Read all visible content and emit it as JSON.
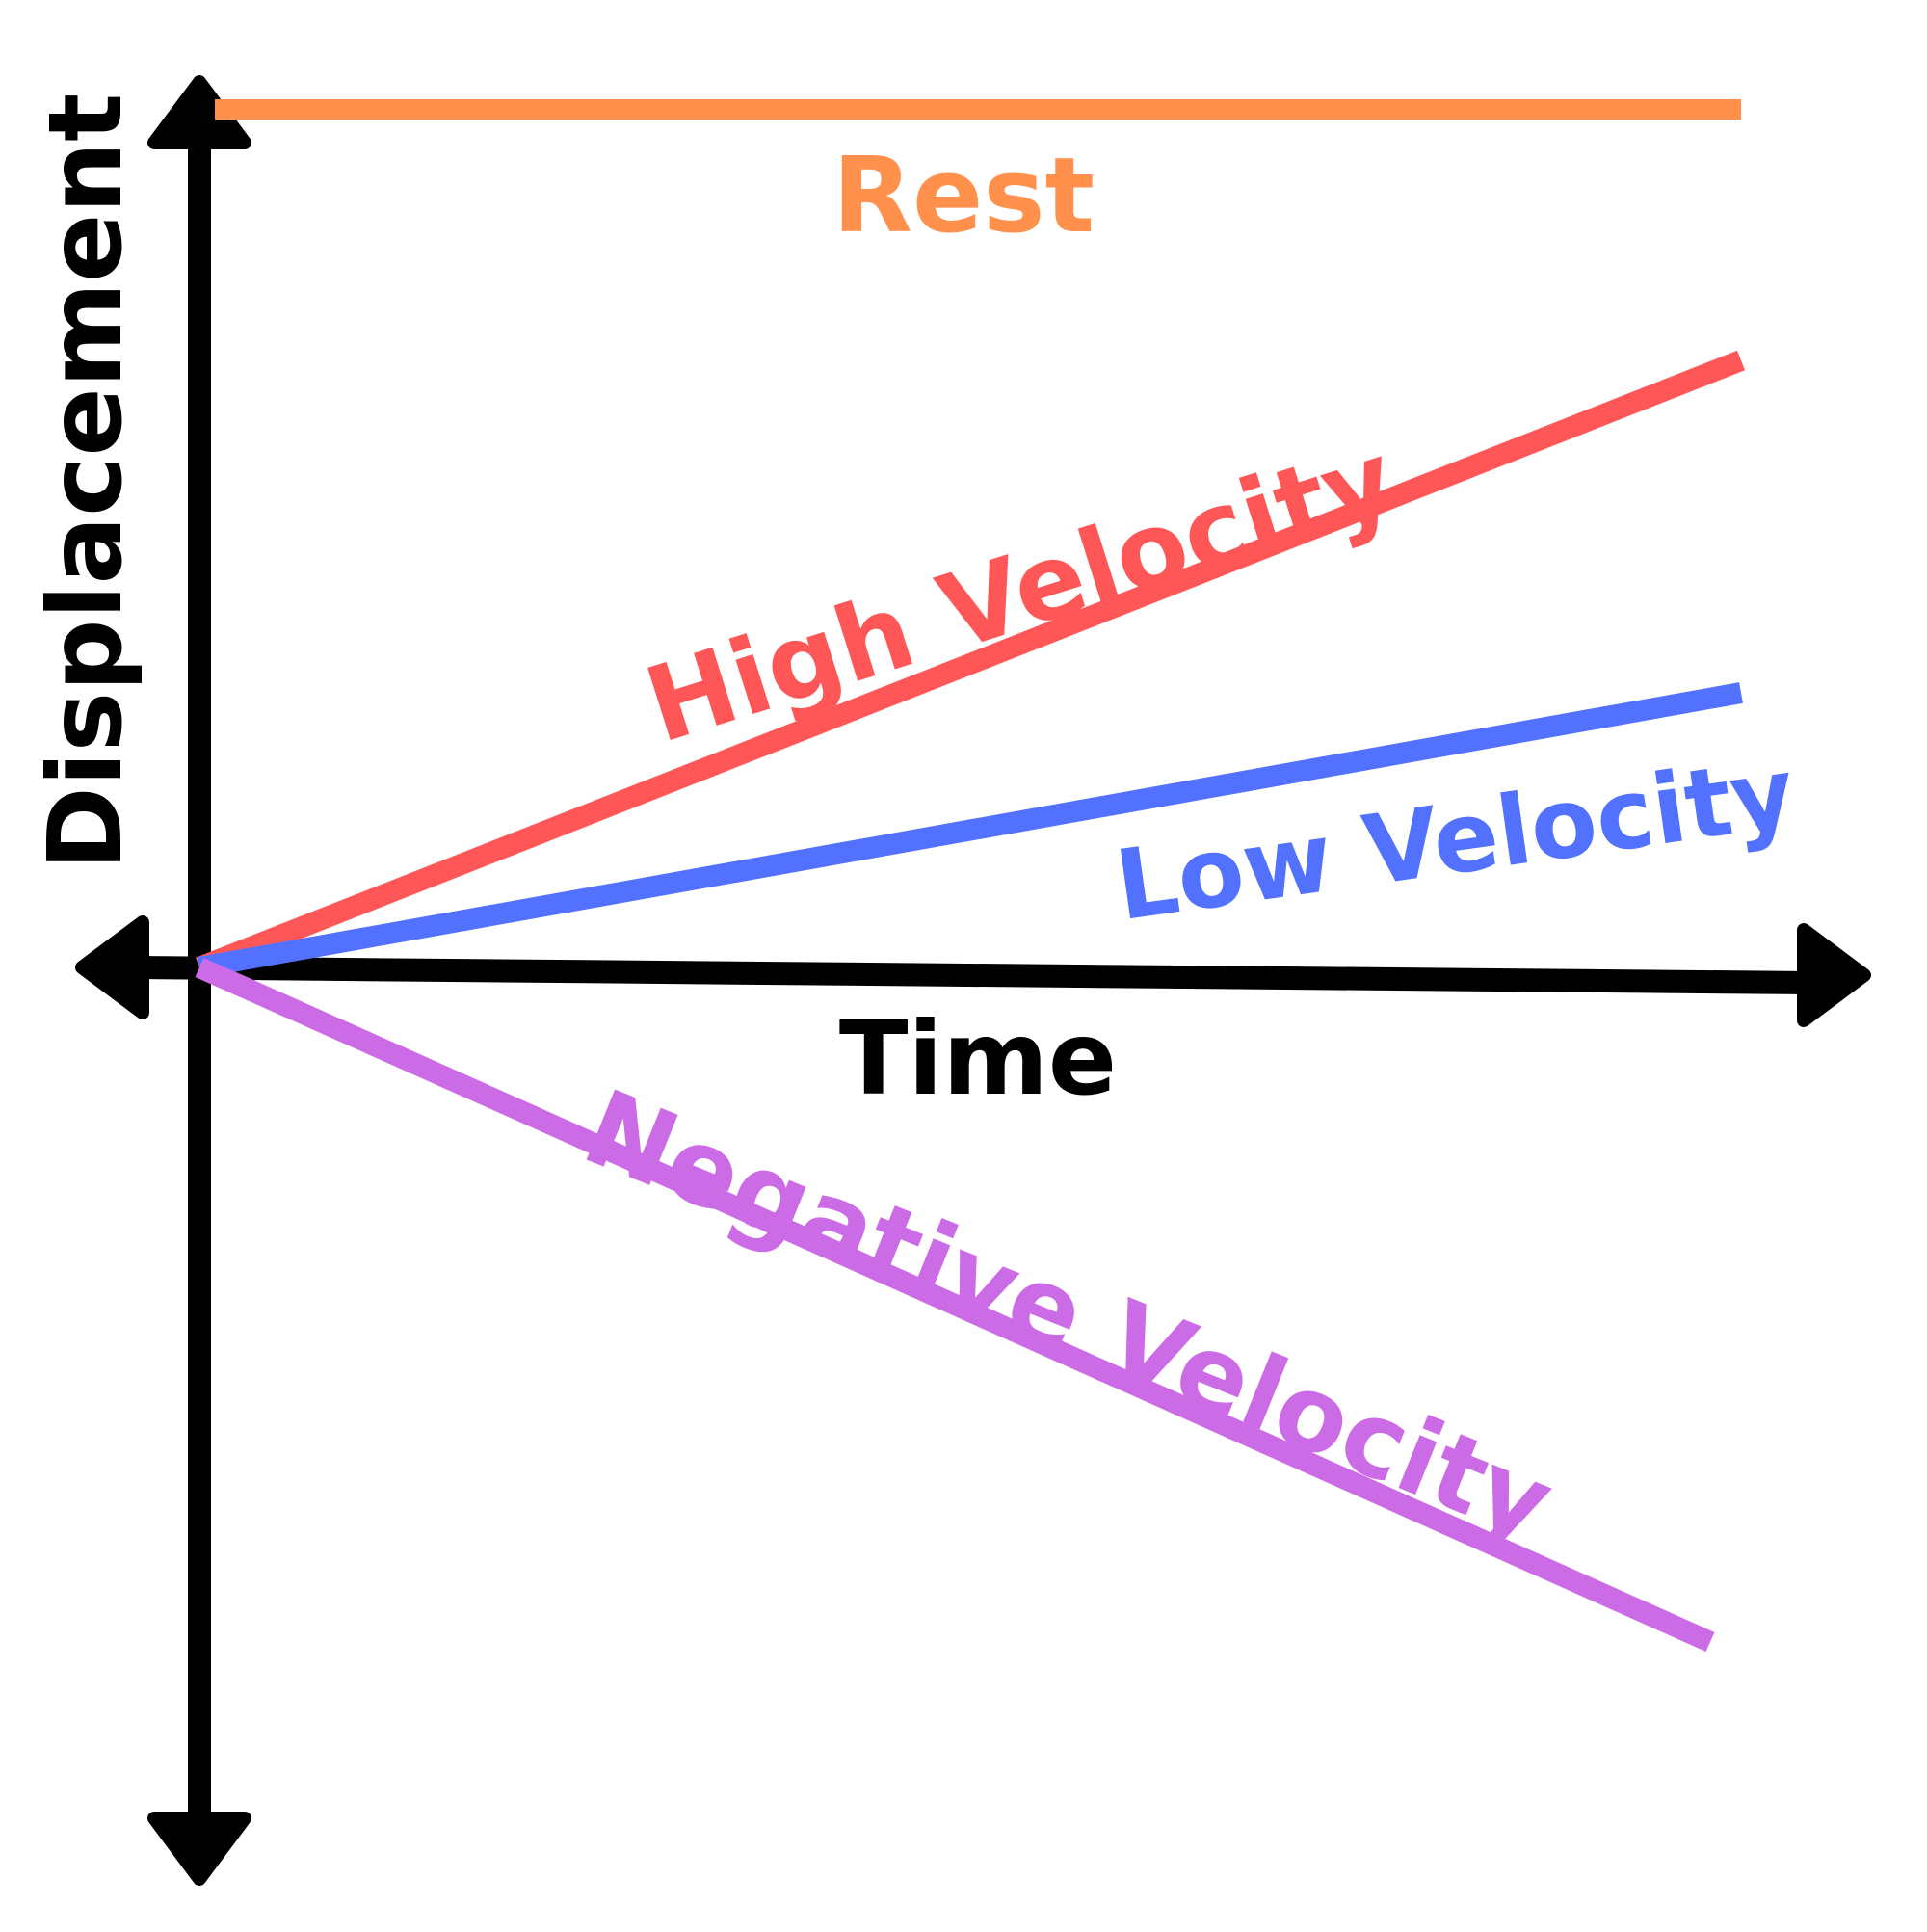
{
  "chart_data": {
    "type": "line",
    "xlabel": "Time",
    "ylabel": "Displacement",
    "colors": {
      "axis": "#000000",
      "rest": "#FF914D",
      "high": "#FF5757",
      "low": "#5271FF",
      "negative": "#CB6CE6"
    },
    "series": [
      {
        "name": "Rest",
        "key": "rest",
        "x": [
          0.01,
          1.0
        ],
        "y": [
          1.78,
          1.78
        ]
      },
      {
        "name": "High Velocity",
        "key": "high",
        "x": [
          0.0,
          1.0
        ],
        "y": [
          0.0,
          1.26
        ]
      },
      {
        "name": "Low Velocity",
        "key": "low",
        "x": [
          0.0,
          1.0
        ],
        "y": [
          0.0,
          0.57
        ]
      },
      {
        "name": "Negative Velocity",
        "key": "negative",
        "x": [
          0.0,
          0.98
        ],
        "y": [
          0.0,
          -1.4
        ]
      }
    ]
  }
}
